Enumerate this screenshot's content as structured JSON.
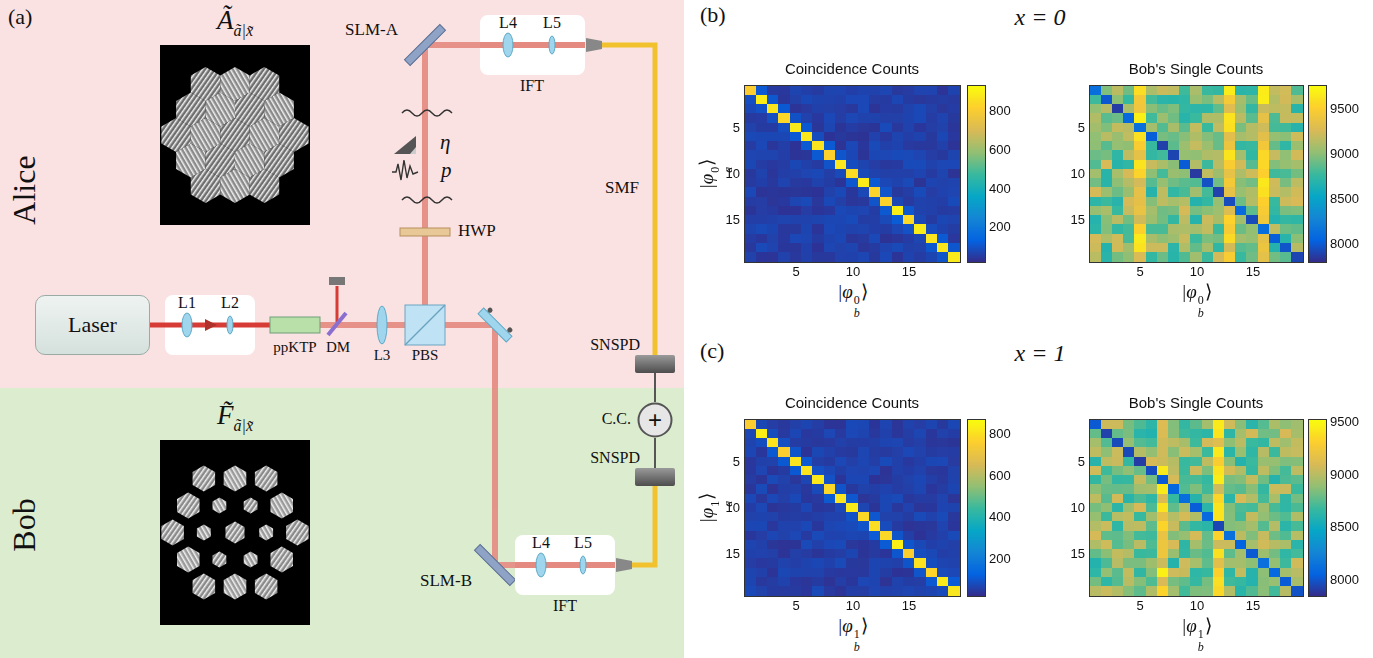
{
  "diagram": {
    "nodes": [
      {
        "text": [
          "Alice"
        ]
      },
      {
        "text": [
          "Ã",
          "ã|x̃"
        ],
        "in": 0
      },
      {
        "text": [
          "Laser"
        ],
        "in": 0
      },
      {
        "text": [
          "L1",
          "L2"
        ],
        "in": 0
      },
      {
        "text": [
          "L4",
          "L5",
          "IFT"
        ],
        "in": 0
      },
      {
        "text": [
          "SNSPD"
        ],
        "in": 0
      },
      {
        "text": [
          "Bob"
        ]
      },
      {
        "text": [
          "F̃",
          "ã|x̃"
        ],
        "in": 6
      },
      {
        "text": [
          "SNSPD"
        ],
        "in": 6
      },
      {
        "text": [
          "L4",
          "L5",
          "IFT"
        ],
        "in": 6
      },
      {
        "text": [
          "C.C.",
          "+"
        ]
      }
    ],
    "edges": [
      {
        "from": 5,
        "to": 10,
        "arrow": "none"
      },
      {
        "from": 8,
        "to": 10,
        "arrow": "none"
      }
    ],
    "labels": [
      "(a)",
      "SLM-A",
      "η",
      "p",
      "HWP",
      "SMF",
      "ppKTP",
      "DM",
      "L3",
      "PBS",
      "SLM-B",
      "(b)",
      "x = 0",
      "Coincidence Counts",
      "Bob's Single Counts",
      "5",
      "10",
      "15",
      "5",
      "10",
      "15",
      "200",
      "400",
      "600",
      "800",
      "|φ",
      "0",
      "a",
      "⟩",
      "|φ",
      "0",
      "b",
      "⟩",
      "5",
      "10",
      "15",
      "5",
      "10",
      "15",
      "8000",
      "8500",
      "9000",
      "9500",
      "|φ",
      "0",
      "b",
      "⟩",
      "(c)",
      "x = 1",
      "Coincidence Counts",
      "Bob's Single Counts",
      "5",
      "10",
      "15",
      "5",
      "10",
      "15",
      "200",
      "400",
      "600",
      "800",
      "|φ",
      "1",
      "a",
      "⟩",
      "|φ",
      "1",
      "b",
      "⟩",
      "5",
      "10",
      "15",
      "5",
      "10",
      "15",
      "8000",
      "8500",
      "9000",
      "9500",
      "|φ",
      "1",
      "b",
      "⟩"
    ]
  }
}
